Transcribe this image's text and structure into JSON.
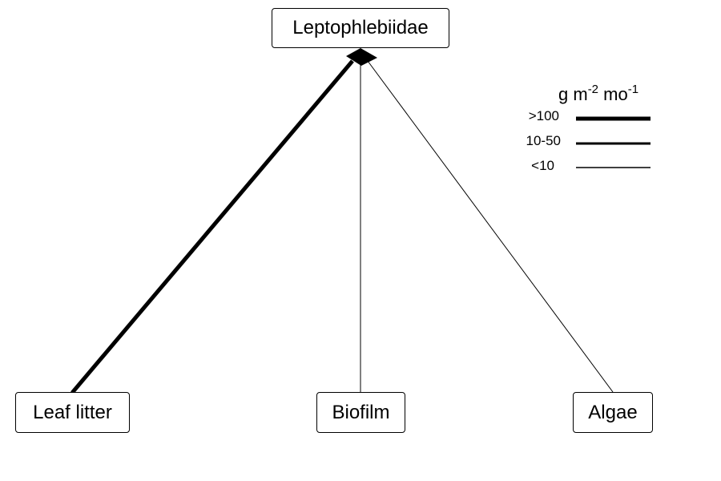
{
  "nodes": {
    "consumer": {
      "label": "Leptophlebiidae"
    },
    "leaf_litter": {
      "label": "Leaf litter"
    },
    "biofilm": {
      "label": "Biofilm"
    },
    "algae": {
      "label": "Algae"
    }
  },
  "flows": [
    {
      "from": "Leaf litter",
      "to": "Leptophlebiidae",
      "category": ">100"
    },
    {
      "from": "Biofilm",
      "to": "Leptophlebiidae",
      "category": "<10"
    },
    {
      "from": "Algae",
      "to": "Leptophlebiidae",
      "category": "<10"
    }
  ],
  "legend": {
    "unit_base": "g m",
    "unit_exp1": "-2",
    "unit_mid": " mo",
    "unit_exp2": "-1",
    "items": [
      {
        "label": ">100"
      },
      {
        "label": "10-50"
      },
      {
        "label": "<10"
      }
    ]
  },
  "colors": {
    "line": "#000000",
    "background": "#ffffff"
  }
}
